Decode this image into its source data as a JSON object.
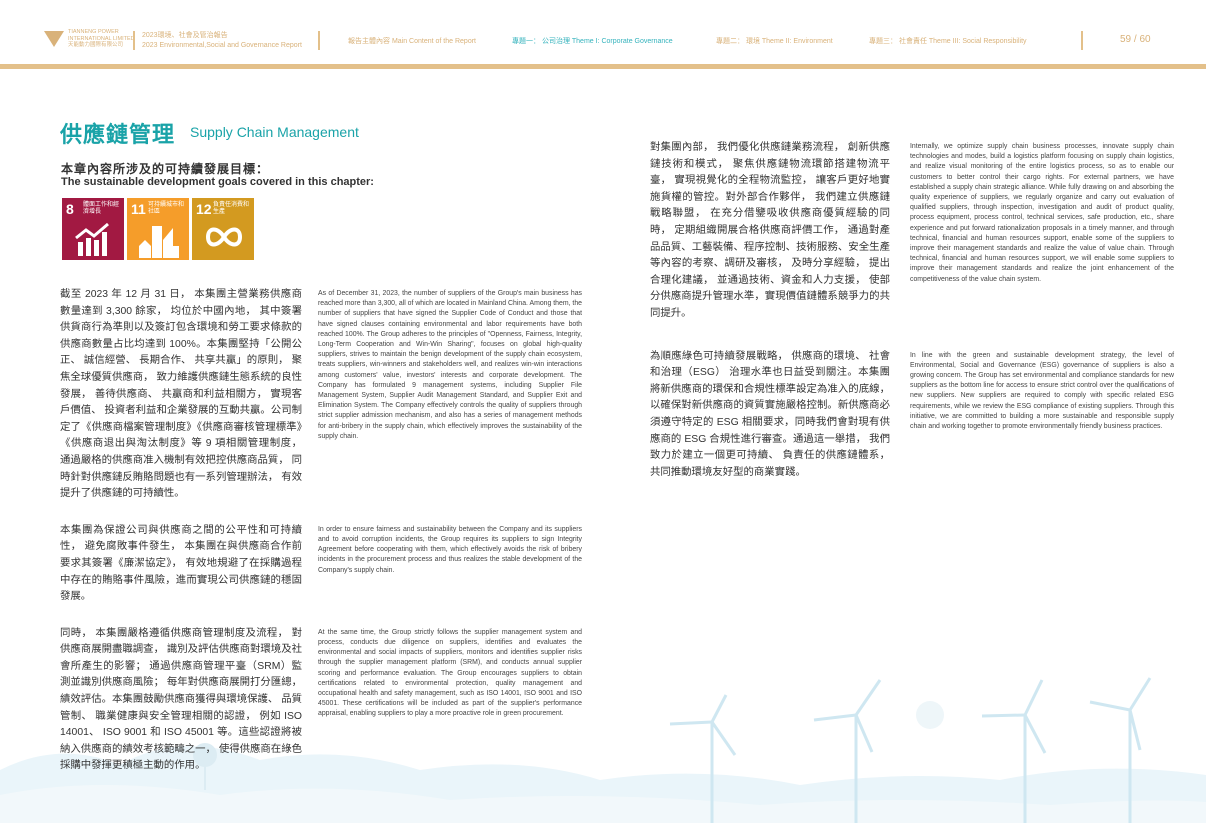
{
  "header": {
    "logo_en": "TIANNENG POWER",
    "logo_en2": "INTERNATIONAL LIMITED",
    "logo_cn": "天能動力國際有限公司",
    "report_cn": "2023環境、社會及管治報告",
    "report_en": "2023 Environmental,Social and Governance Report",
    "nav": [
      {
        "label": "報告主體內容  Main Content of the Report"
      },
      {
        "label": "專題一：  公司治理    Theme I: Corporate   Governance"
      },
      {
        "label": "專題二：  環境  Theme II: Environment"
      },
      {
        "label": "專題三：  社會責任   Theme III: Social Responsibility"
      }
    ],
    "page": "59 / 60",
    "colors": {
      "gold": "#d9b27a",
      "teal": "#35b3bd",
      "band": "#e3c08a"
    }
  },
  "title": {
    "cn": "供應鏈管理",
    "en": "Supply Chain Management",
    "color": "#1aa3a8"
  },
  "goals": {
    "cn": "本章內容所涉及的可持續發展目標：",
    "en": "The sustainable development goals covered in this chapter:",
    "items": [
      {
        "num": "8",
        "label": "體面工作和經濟增長",
        "color": "#a21942",
        "icon": "growth-chart-icon"
      },
      {
        "num": "11",
        "label": "可持續城市和社區",
        "color": "#f59d2a",
        "icon": "city-buildings-icon"
      },
      {
        "num": "12",
        "label": "負責任消費和生產",
        "color": "#d39a20",
        "icon": "infinity-loop-icon"
      }
    ]
  },
  "paragraphs": {
    "p1_cn": "截至 2023 年 12 月 31 日， 本集團主營業務供應商數量達到 3,300 餘家， 均位於中國內地， 其中簽署供貨商行為準則以及簽訂包含環境和勞工要求條款的供應商數量占比均達到 100%。本集團堅持「公開公正、 誠信經營、 長期合作、 共享共贏」的原則， 聚焦全球優質供應商， 致力維護供應鏈生態系統的良性發展， 善待供應商、 共贏商和利益相關方， 實現客戶價值、 投資者利益和企業發展的互動共贏。公司制定了《供應商檔案管理制度》《供應商審核管理標準》《供應商退出與淘汰制度》等 9 項相關管理制度， 通過嚴格的供應商准入機制有效把控供應商品質， 同時針對供應鏈反賄賂問題也有一系列管理辦法， 有效提升了供應鏈的可持續性。",
    "p1_en": "As of December 31, 2023, the number of suppliers of the Group's main business has reached more than 3,300, all of which are located in Mainland China. Among them, the number of suppliers that have signed the Supplier Code of Conduct and those that have signed clauses containing environmental and labor requirements have both reached 100%. The Group adheres to the principles of \"Openness, Fairness, Integrity, Long-Term Cooperation and Win-Win Sharing\", focuses on global high-quality suppliers, strives to maintain the benign development of the supply chain ecosystem, treats suppliers, win-winners and stakeholders well, and realizes win-win interactions among customers' value, investors' interests and corporate development. The Company has formulated 9 management systems, including Supplier File Management System, Supplier Audit Management Standard, and Supplier Exit and Elimination System. The Company effectively controls the quality of suppliers through strict supplier admission mechanism, and also has a series of management methods for anti-bribery in the supply chain, which effectively improves the sustainability of the supply chain.",
    "p2_cn": "本集團為保證公司與供應商之間的公平性和可持續性， 避免腐敗事件發生， 本集團在與供應商合作前要求其簽署《廉潔協定》， 有效地規避了在採購過程中存在的賄賂事件風險，進而實現公司供應鏈的穩固發展。",
    "p2_en": "In order to ensure fairness and sustainability between the Company and its suppliers and to avoid corruption incidents, the Group requires its suppliers to sign Integrity Agreement before cooperating with them, which effectively avoids the risk of bribery incidents in the procurement process and thus realizes the stable development of the Company's supply chain.",
    "p3_cn": "同時， 本集團嚴格遵循供應商管理制度及流程， 對供應商展開盡職調查， 識別及評估供應商對環境及社會所產生的影響； 通過供應商管理平臺（SRM）監測並識別供應商風險； 每年對供應商展開打分匯總， 績效評估。本集團鼓勵供應商獲得與環境保護、 品質管制、 職業健康與安全管理相關的認證， 例如 ISO 14001、 ISO 9001 和 ISO 45001 等。這些認證將被納入供應商的績效考核範疇之一， 使得供應商在綠色採購中發揮更積極主動的作用。",
    "p3_en": "At the same time, the Group strictly follows the supplier management system and process, conducts due diligence on suppliers, identifies and evaluates the environmental and social impacts of suppliers, monitors and identifies supplier risks through the supplier management platform (SRM), and conducts annual supplier scoring and performance evaluation. The Group encourages suppliers to obtain certifications related to environmental protection, quality management and occupational health and safety management, such as ISO 14001, ISO 9001 and ISO 45001. These certifications will be included as part of the supplier's performance appraisal, enabling suppliers to play a more proactive role in green procurement.",
    "p4_cn": "對集團內部， 我們優化供應鏈業務流程， 創新供應鏈技術和模式， 聚焦供應鏈物流環節搭建物流平臺， 實現視覺化的全程物流監控， 讓客戶更好地實施貨權的管控。對外部合作夥伴， 我們建立供應鏈戰略聯盟， 在充分借鑒吸收供應商優質經驗的同時， 定期組織開展合格供應商評價工作， 通過對產品品質、工藝裝備、程序控制、技術服務、安全生產等內容的考察、調研及審核， 及時分享經驗， 提出合理化建議， 並通過技術、資金和人力支援， 使部分供應商提升管理水準，實現價值鏈體系競爭力的共同提升。",
    "p4_en": "Internally, we optimize supply chain business processes, innovate supply chain technologies and modes, build a logistics platform focusing on supply chain logistics, and realize visual monitoring of the entire logistics process, so as to enable our customers to better control their cargo rights. For external partners, we have established a supply chain strategic alliance. While fully drawing on and absorbing the quality experience of suppliers, we regularly organize and carry out evaluation of qualified suppliers, through inspection, investigation and audit of product quality, process equipment, process control, technical services, safe production, etc., share experience and put forward rationalization proposals in a timely manner, and through technical, financial and human resources support, enable some of the suppliers to improve their management standards and realize the value of value chain. Through technical, financial and human resources support, we will enable some suppliers to improve their management standards and realize the joint enhancement of the competitiveness of the value chain system.",
    "p5_cn": "為順應綠色可持續發展戰略， 供應商的環境、 社會和治理（ESG） 治理水準也日益受到關注。本集團將新供應商的環保和合規性標準設定為准入的底線， 以確保對新供應商的資質實施嚴格控制。新供應商必須遵守特定的 ESG 相關要求，同時我們會對現有供應商的 ESG 合規性進行審查。通過這一舉措， 我們致力於建立一個更可持續、 負責任的供應鏈體系，共同推動環境友好型的商業實踐。",
    "p5_en": "In line with the green and sustainable development strategy, the level of Environmental, Social and Governance (ESG) governance of suppliers is also a growing concern. The Group has set environmental and compliance standards for new suppliers as the bottom line for access to ensure strict control over the qualifications of new suppliers. New suppliers are required to comply with specific related ESG requirements, while we review the ESG compliance of existing suppliers. Through this initiative, we are committed to building a more sustainable and responsible supply chain and working together to promote environmentally friendly business practices."
  }
}
